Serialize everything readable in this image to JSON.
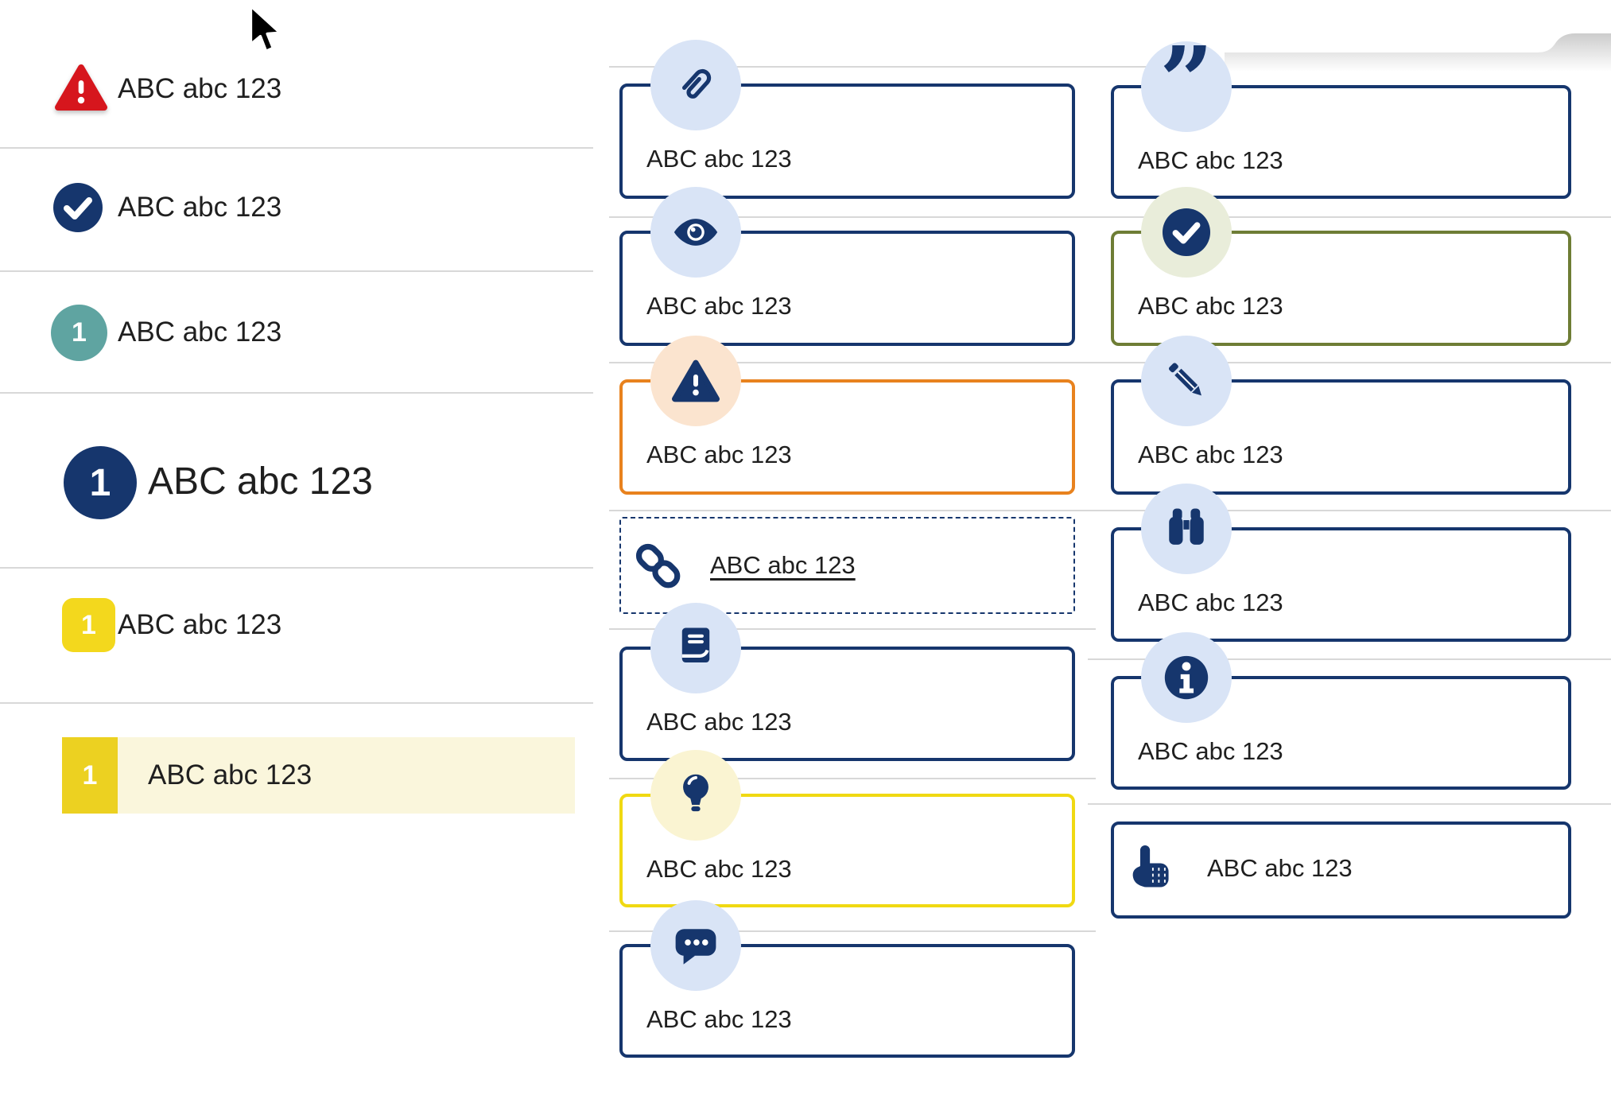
{
  "left_list": {
    "items": [
      {
        "icon": "warning-triangle-icon",
        "icon_color": "#d6161d",
        "label": "ABC abc 123"
      },
      {
        "icon": "check-circle-icon",
        "icon_color": "#16366d",
        "label": "ABC abc 123"
      },
      {
        "icon": "number-badge",
        "badge": "1",
        "badge_color": "#5fa4a1",
        "label": "ABC abc 123"
      },
      {
        "icon": "number-badge",
        "badge": "1",
        "badge_color": "#16366d",
        "label": "ABC abc 123",
        "emphasis": "large"
      },
      {
        "icon": "number-badge",
        "badge": "1",
        "badge_color": "#f3d81d",
        "label": "ABC abc 123"
      },
      {
        "icon": "number-badge",
        "badge": "1",
        "badge_color": "#ecd121",
        "row_highlight": "#faf6dc",
        "label": "ABC abc 123",
        "state": "active"
      }
    ]
  },
  "callouts_middle": [
    {
      "icon": "paperclip-icon",
      "variant": "navy",
      "label": "ABC abc 123"
    },
    {
      "icon": "eye-icon",
      "variant": "navy",
      "label": "ABC abc 123"
    },
    {
      "icon": "warning-triangle-icon",
      "variant": "orange",
      "label": "ABC abc 123"
    },
    {
      "icon": "link-icon",
      "variant": "dashed",
      "label": "ABC abc 123",
      "is_link": true
    },
    {
      "icon": "book-icon",
      "variant": "navy",
      "label": "ABC abc 123"
    },
    {
      "icon": "lightbulb-icon",
      "variant": "yellow",
      "label": "ABC abc 123"
    },
    {
      "icon": "chat-icon",
      "variant": "navy",
      "label": "ABC abc 123"
    }
  ],
  "callouts_right": [
    {
      "icon": "quote-icon",
      "variant": "navy",
      "label": "ABC abc 123",
      "quote_glyph": "”"
    },
    {
      "icon": "check-circle-icon",
      "variant": "green",
      "label": "ABC abc 123"
    },
    {
      "icon": "pencil-icon",
      "variant": "navy",
      "label": "ABC abc 123"
    },
    {
      "icon": "binoculars-icon",
      "variant": "navy",
      "label": "ABC abc 123"
    },
    {
      "icon": "info-icon",
      "variant": "navy",
      "label": "ABC abc 123"
    },
    {
      "icon": "hand-point-up-icon",
      "variant": "navy-inline",
      "label": "ABC abc 123"
    }
  ],
  "colors": {
    "navy": "#16366d",
    "red": "#d6161d",
    "teal": "#5fa4a1",
    "yellow": "#f3d81d",
    "yellow_active": "#ecd121",
    "pale_yellow_row": "#faf6dc",
    "orange": "#e8821e",
    "peach_circle": "#fbe4cf",
    "yellow_border": "#f0d912",
    "pale_yellow_circle": "#faf4d2",
    "green_border": "#6e7d35",
    "pale_green_circle": "#e9edda",
    "light_blue_circle": "#d9e4f6",
    "separator": "#d8d8d8",
    "text": "#1f1f1f"
  }
}
